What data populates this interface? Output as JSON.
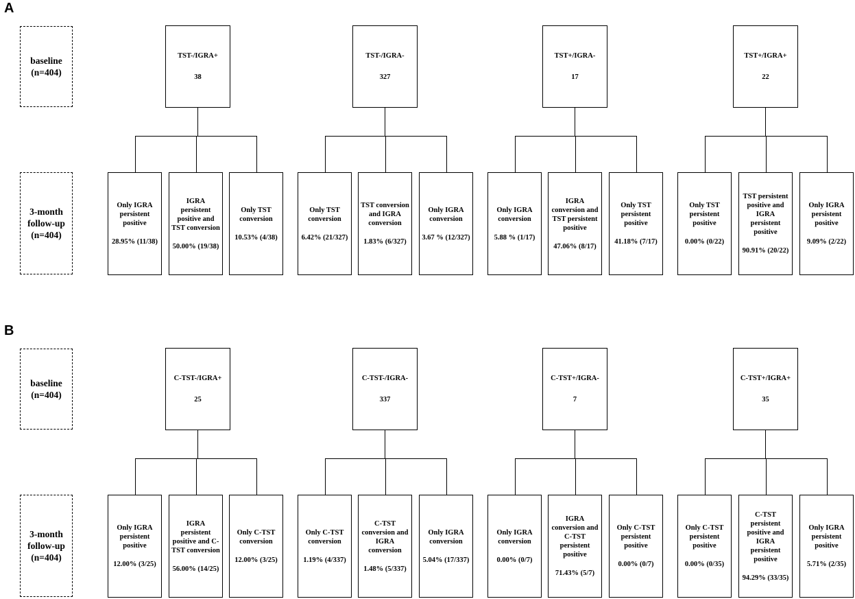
{
  "panels": [
    {
      "label": "A",
      "baseline_label": [
        "baseline",
        "(n=404)"
      ],
      "followup_label": [
        "3-month",
        "follow-up",
        "(n=404)"
      ],
      "groups": [
        {
          "baseline": "TST-/IGRA+",
          "count": "38",
          "outcomes": [
            {
              "text": "Only IGRA persistent positive",
              "pct": "28.95% (11/38)"
            },
            {
              "text": "IGRA persistent positive and TST conversion",
              "pct": "50.00% (19/38)"
            },
            {
              "text": "Only TST conversion",
              "pct": "10.53% (4/38)"
            }
          ]
        },
        {
          "baseline": "TST-/IGRA-",
          "count": "327",
          "outcomes": [
            {
              "text": "Only TST conversion",
              "pct": "6.42% (21/327)"
            },
            {
              "text": "TST conversion and IGRA conversion",
              "pct": "1.83% (6/327)"
            },
            {
              "text": "Only IGRA conversion",
              "pct": "3.67 % (12/327)"
            }
          ]
        },
        {
          "baseline": "TST+/IGRA-",
          "count": "17",
          "outcomes": [
            {
              "text": "Only IGRA conversion",
              "pct": "5.88 % (1/17)"
            },
            {
              "text": "IGRA conversion and TST persistent positive",
              "pct": "47.06% (8/17)"
            },
            {
              "text": "Only TST persistent positive",
              "pct": "41.18% (7/17)"
            }
          ]
        },
        {
          "baseline": "TST+/IGRA+",
          "count": "22",
          "outcomes": [
            {
              "text": "Only TST persistent positive",
              "pct": "0.00% (0/22)"
            },
            {
              "text": "TST persistent positive and IGRA persistent positive",
              "pct": "90.91% (20/22)"
            },
            {
              "text": "Only IGRA persistent positive",
              "pct": "9.09% (2/22)"
            }
          ]
        }
      ]
    },
    {
      "label": "B",
      "baseline_label": [
        "baseline",
        "(n=404)"
      ],
      "followup_label": [
        "3-month",
        "follow-up",
        "(n=404)"
      ],
      "groups": [
        {
          "baseline": "C-TST-/IGRA+",
          "count": "25",
          "outcomes": [
            {
              "text": "Only IGRA persistent positive",
              "pct": "12.00% (3/25)"
            },
            {
              "text": "IGRA persistent positive and C-TST conversion",
              "pct": "56.00% (14/25)"
            },
            {
              "text": "Only C-TST conversion",
              "pct": "12.00% (3/25)"
            }
          ]
        },
        {
          "baseline": "C-TST-/IGRA-",
          "count": "337",
          "outcomes": [
            {
              "text": "Only C-TST conversion",
              "pct": "1.19% (4/337)"
            },
            {
              "text": "C-TST conversion and IGRA conversion",
              "pct": "1.48% (5/337)"
            },
            {
              "text": "Only IGRA conversion",
              "pct": "5.04% (17/337)"
            }
          ]
        },
        {
          "baseline": "C-TST+/IGRA-",
          "count": "7",
          "outcomes": [
            {
              "text": "Only IGRA conversion",
              "pct": "0.00% (0/7)"
            },
            {
              "text": "IGRA conversion and C-TST persistent positive",
              "pct": "71.43% (5/7)"
            },
            {
              "text": "Only C-TST persistent positive",
              "pct": "0.00% (0/7)"
            }
          ]
        },
        {
          "baseline": "C-TST+/IGRA+",
          "count": "35",
          "outcomes": [
            {
              "text": "Only C-TST persistent positive",
              "pct": "0.00% (0/35)"
            },
            {
              "text": "C-TST persistent positive and IGRA persistent positive",
              "pct": "94.29% (33/35)"
            },
            {
              "text": "Only IGRA persistent positive",
              "pct": "5.71% (2/35)"
            }
          ]
        }
      ]
    }
  ]
}
